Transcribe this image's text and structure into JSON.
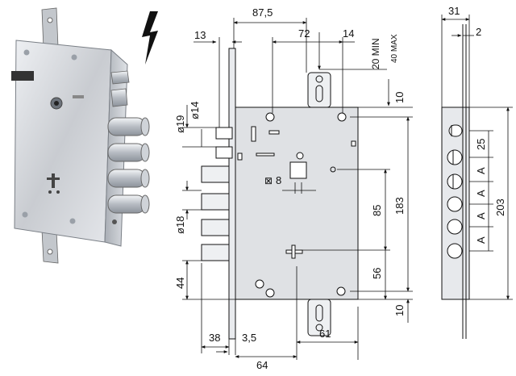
{
  "drawing": {
    "title": "",
    "front_view": {
      "dims_top": [
        "87,5",
        "72",
        "14",
        "13",
        "20 MIN",
        "40 MAX"
      ],
      "dims_left": [
        "ø19",
        "ø14",
        "ø18",
        "44"
      ],
      "dims_right": [
        "10",
        "183",
        "85",
        "56",
        "10"
      ],
      "dims_bottom": [
        "38",
        "3,5",
        "64",
        "61"
      ],
      "cam_label": "8"
    },
    "side_view": {
      "dims_top": [
        "31",
        "2"
      ],
      "dims_right": [
        "25",
        "A",
        "A",
        "A",
        "A",
        "203"
      ]
    }
  },
  "colors": {
    "lock_body": "#dadce0",
    "lock_dark": "#9aa0a8",
    "bolt": "#d8dde3",
    "line": "#111111",
    "lightning": "#111111"
  }
}
